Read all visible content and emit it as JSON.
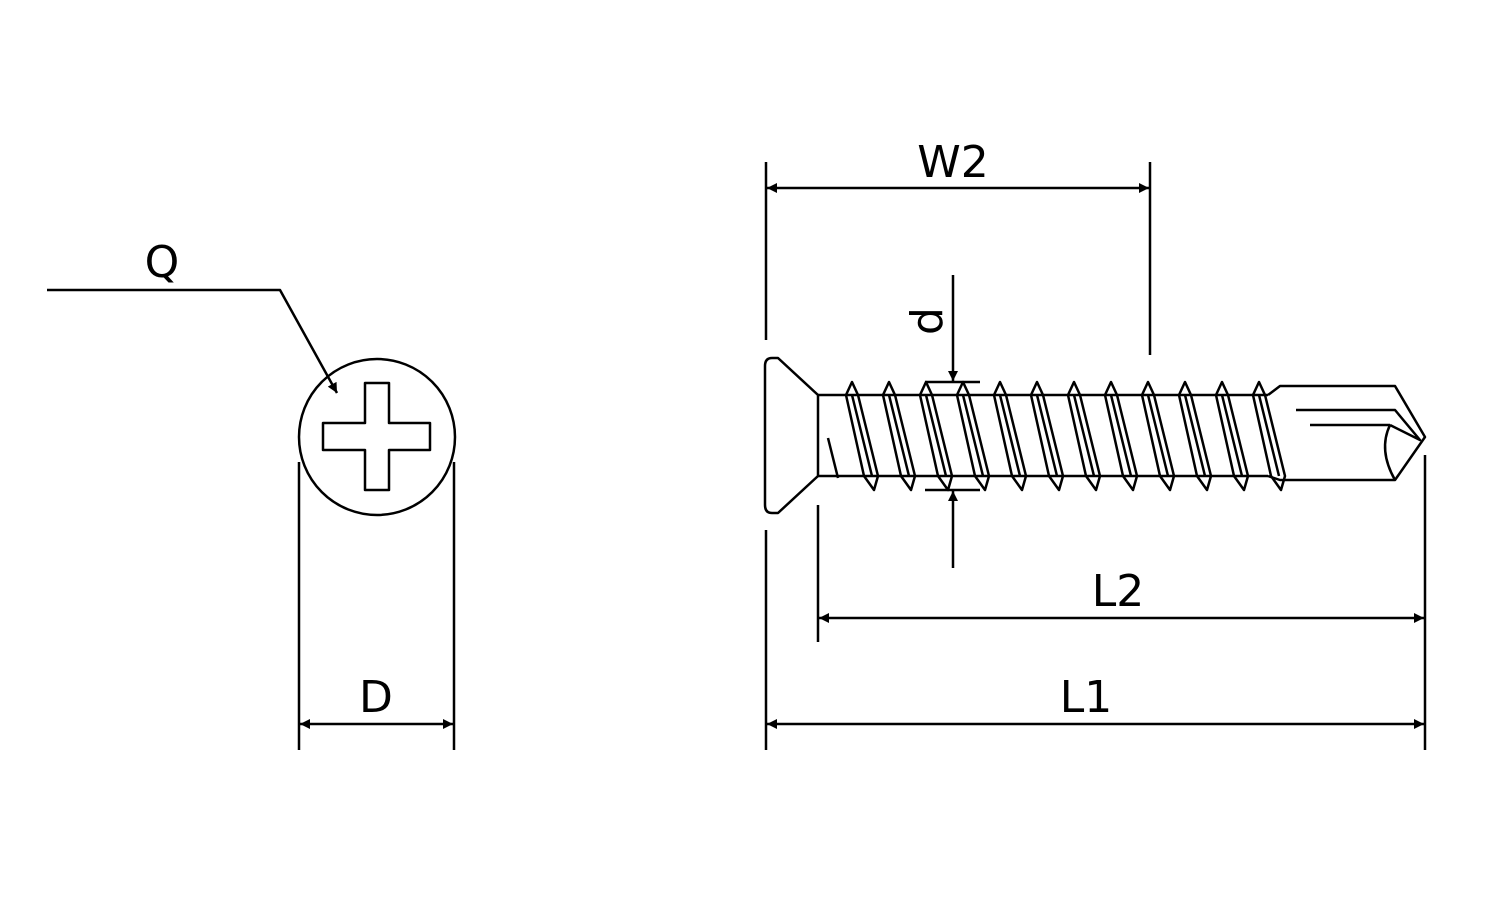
{
  "labels": {
    "q": "Q",
    "d_head": "D",
    "w2": "W2",
    "d_thread": "d",
    "l2": "L2",
    "l1": "L1"
  }
}
